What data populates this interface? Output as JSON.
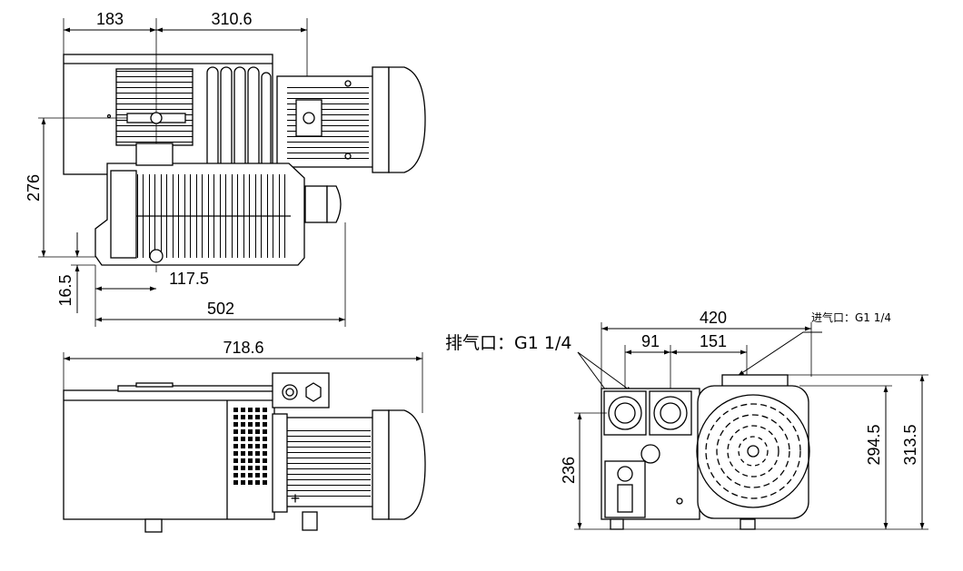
{
  "top_view": {
    "dim_183": "183",
    "dim_310_6": "310.6",
    "dim_276": "276",
    "dim_16_5": "16.5",
    "dim_117_5": "117.5",
    "dim_502": "502"
  },
  "side_view": {
    "dim_718_6": "718.6"
  },
  "front_view": {
    "dim_420": "420",
    "dim_91": "91",
    "dim_151": "151",
    "dim_236": "236",
    "dim_294_5": "294.5",
    "dim_313_5": "313.5",
    "exhaust_label": "排气口：G1 1/4",
    "intake_label": "进气口：G1 1/4"
  }
}
